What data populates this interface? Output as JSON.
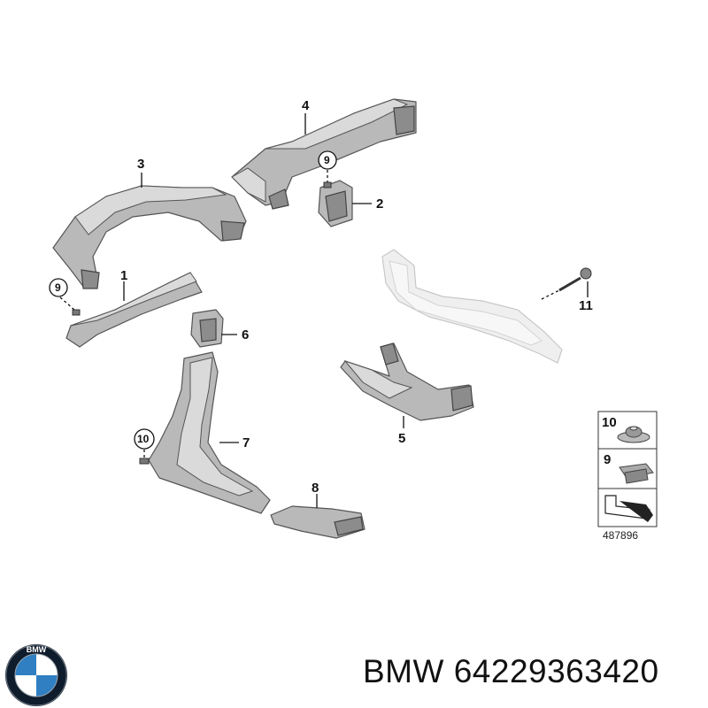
{
  "callouts": {
    "c1": "1",
    "c2": "2",
    "c3": "3",
    "c4": "4",
    "c5": "5",
    "c6": "6",
    "c7": "7",
    "c8": "8",
    "c9a": "9",
    "c9b": "9",
    "c10": "10",
    "c11": "11"
  },
  "legend": {
    "item_10": "10",
    "item_9": "9"
  },
  "reference_number": "487896",
  "footer": {
    "brand": "BMW",
    "part_number": "64229363420",
    "logo_text": "BMW"
  },
  "colors": {
    "part_fill": "#b9b9b9",
    "ghost_part_fill": "#efefef",
    "logo_blue": "#2f7fc2",
    "logo_ring": "#0f1c2b"
  }
}
